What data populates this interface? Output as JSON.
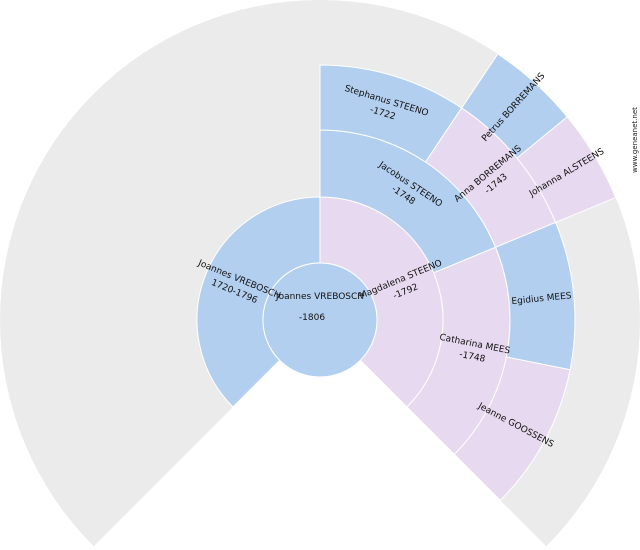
{
  "colors": {
    "background_fan": "#ebebeb",
    "male": "#b3cfef",
    "female": "#e7d9ef",
    "divider": "#ffffff",
    "text": "#111111"
  },
  "root": {
    "name": "Joannes VREBOSCH",
    "dates": "-1806",
    "sex": "male"
  },
  "ancestors": [
    {
      "id": "father",
      "name": "Joannes VREBOSCH",
      "dates": "1720-1796",
      "sex": "male"
    },
    {
      "id": "mother",
      "name": "Magdalena STEENO",
      "dates": "-1792",
      "sex": "female"
    },
    {
      "id": "mother-father",
      "name": "Jacobus STEENO",
      "dates": "-1748",
      "sex": "male"
    },
    {
      "id": "mother-mother",
      "name": "Catharina MEES",
      "dates": "-1748",
      "sex": "female"
    },
    {
      "id": "mother-father-father",
      "name": "Stephanus STEENO",
      "dates": "-1722",
      "sex": "male"
    },
    {
      "id": "mother-father-mother",
      "name": "Anna BORREMANS",
      "dates": "-1743",
      "sex": "female"
    },
    {
      "id": "mother-mother-father",
      "name": "Egidius MEES",
      "dates": "",
      "sex": "male"
    },
    {
      "id": "mother-mother-mother",
      "name": "Jeanne GOOSSENS",
      "dates": "",
      "sex": "female"
    },
    {
      "id": "mother-father-mother-father",
      "name": "Petrus BORREMANS",
      "dates": "",
      "sex": "male"
    },
    {
      "id": "mother-father-mother-mother",
      "name": "Johanna ALSTEENS",
      "dates": "",
      "sex": "female"
    }
  ],
  "watermark": "www.geneanet.net"
}
